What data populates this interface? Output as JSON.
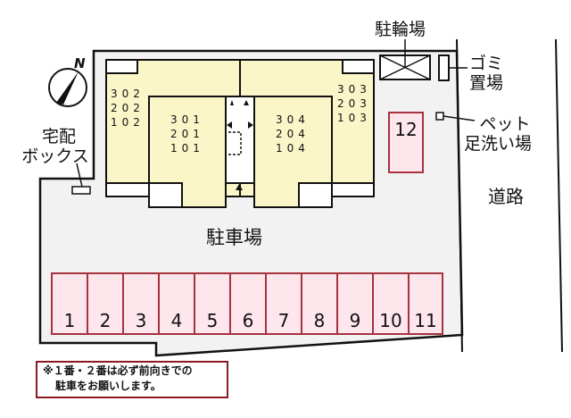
{
  "colors": {
    "lot_fill": "#f2f2f2",
    "building_fill": "#fbf6c8",
    "slot_fill": "#fde6ec",
    "slot_border": "#a8323e",
    "note_border": "#8b1a22",
    "line": "#111111"
  },
  "compass": {
    "label": "N"
  },
  "labels": {
    "delivery_box_line1": "宅配",
    "delivery_box_line2": "ボックス",
    "bicycle_parking": "駐輪場",
    "garbage_line1": "ゴミ",
    "garbage_line2": "置場",
    "pet_wash_line1": "ペット",
    "pet_wash_line2": "足洗い場",
    "road": "道路",
    "parking_lot": "駐車場"
  },
  "building": {
    "units": [
      {
        "name": "left-outer",
        "rooms": [
          "302",
          "202",
          "102"
        ]
      },
      {
        "name": "left-inner",
        "rooms": [
          "301",
          "201",
          "101"
        ]
      },
      {
        "name": "right-inner",
        "rooms": [
          "304",
          "204",
          "104"
        ]
      },
      {
        "name": "right-outer",
        "rooms": [
          "303",
          "203",
          "103"
        ]
      }
    ]
  },
  "parking": {
    "slots": [
      "1",
      "2",
      "3",
      "4",
      "5",
      "6",
      "7",
      "8",
      "9",
      "10",
      "11"
    ],
    "side_slot": "12"
  },
  "note": {
    "line1": "※１番・２番は必ず前向きでの",
    "line2": "駐車をお願いします。"
  }
}
